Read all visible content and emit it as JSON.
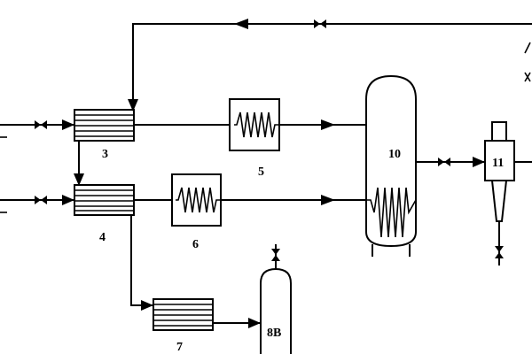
{
  "labels": {
    "hx3": "3",
    "hx4": "4",
    "heater5": "5",
    "heater6": "6",
    "hx7": "7",
    "vessel8b": "8B",
    "reactor10": "10",
    "cyclone11": "11"
  },
  "colors": {
    "stroke": "#000000",
    "background": "#ffffff"
  },
  "icons": [
    "valve-icon",
    "arrow-icon",
    "coil-icon",
    "tube-bundle-icon"
  ]
}
